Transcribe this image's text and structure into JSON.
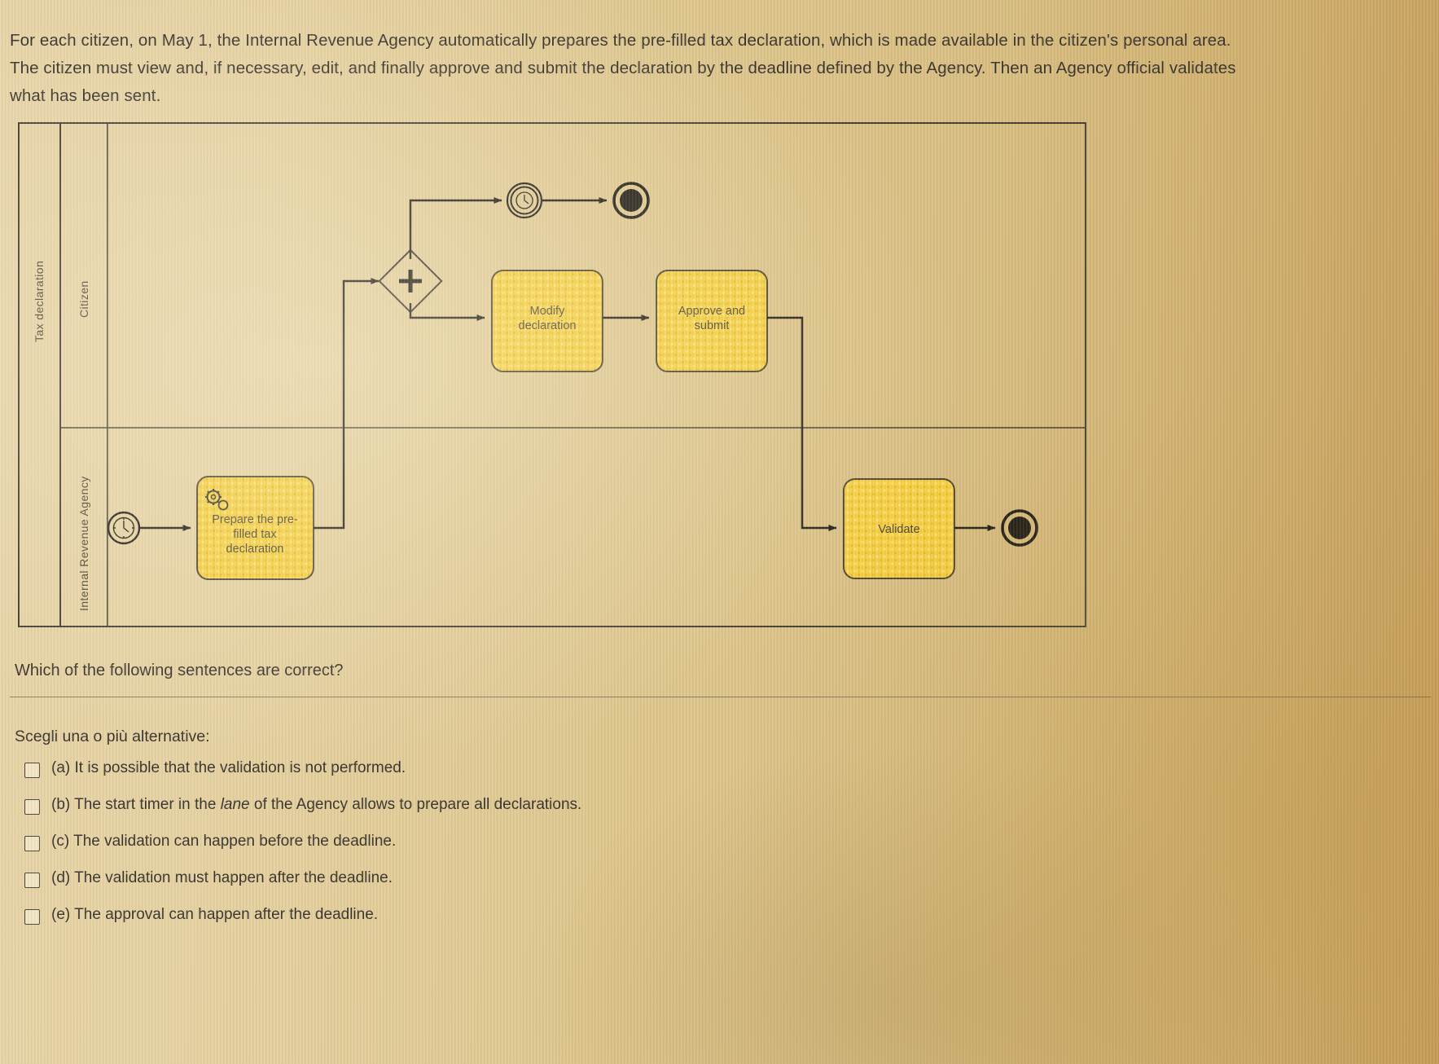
{
  "intro": {
    "paragraph": "For each citizen, on May 1, the Internal Revenue Agency automatically prepares the pre-filled tax declaration, which is made available in the citizen's personal area. The citizen must view and, if necessary, edit, and finally approve and submit the declaration by the deadline defined by the Agency. Then an Agency official validates what has been sent."
  },
  "diagram": {
    "pool_label": "Tax declaration",
    "lanes": [
      {
        "id": "citizen",
        "label": "Citizen"
      },
      {
        "id": "agency",
        "label": "Internal Revenue Agency"
      }
    ],
    "tasks": [
      {
        "id": "prepare",
        "label_lines": [
          "Prepare the pre-",
          "filled tax",
          "declaration"
        ],
        "marker": "service-gear-icon",
        "lane": "agency"
      },
      {
        "id": "modify",
        "label_lines": [
          "Modify",
          "declaration"
        ],
        "marker": "none",
        "lane": "citizen"
      },
      {
        "id": "approve",
        "label_lines": [
          "Approve and",
          "submit"
        ],
        "marker": "none",
        "lane": "citizen"
      },
      {
        "id": "validate",
        "label_lines": [
          "Validate"
        ],
        "marker": "none",
        "lane": "agency"
      }
    ],
    "events": [
      {
        "id": "start-timer",
        "type": "start-timer-event",
        "icon": "clock-icon",
        "lane": "agency"
      },
      {
        "id": "timer-boundary-deadline",
        "type": "intermediate-timer-event",
        "icon": "clock-icon",
        "lane": "citizen"
      },
      {
        "id": "end-citizen",
        "type": "end-event",
        "icon": "end-circle-icon",
        "lane": "citizen"
      },
      {
        "id": "end-agency",
        "type": "end-event",
        "icon": "end-circle-icon",
        "lane": "agency"
      }
    ],
    "gateways": [
      {
        "id": "parallel-split",
        "type": "parallel-gateway",
        "icon": "plus-icon",
        "lane": "citizen"
      }
    ],
    "colors": {
      "task_fill": "#f6cf3f",
      "task_stroke": "#4a4232",
      "lane_stroke": "#3f3a30",
      "flow_stroke": "#1e1a14"
    }
  },
  "question": {
    "prompt": "Which of the following sentences are correct?",
    "choose_label": "Scegli una o più alternative:",
    "options": [
      {
        "key": "(a)",
        "text": "It is possible that the validation is not performed.",
        "checked": false
      },
      {
        "key": "(b)",
        "text_before": "The start timer in the ",
        "emphasis": "lane",
        "text_after": " of the Agency allows to prepare all declarations.",
        "checked": false
      },
      {
        "key": "(c)",
        "text": "The validation can happen before the deadline.",
        "checked": false
      },
      {
        "key": "(d)",
        "text": "The validation must happen after the deadline.",
        "checked": false
      },
      {
        "key": "(e)",
        "text": "The approval can happen after the deadline.",
        "checked": false
      }
    ]
  }
}
